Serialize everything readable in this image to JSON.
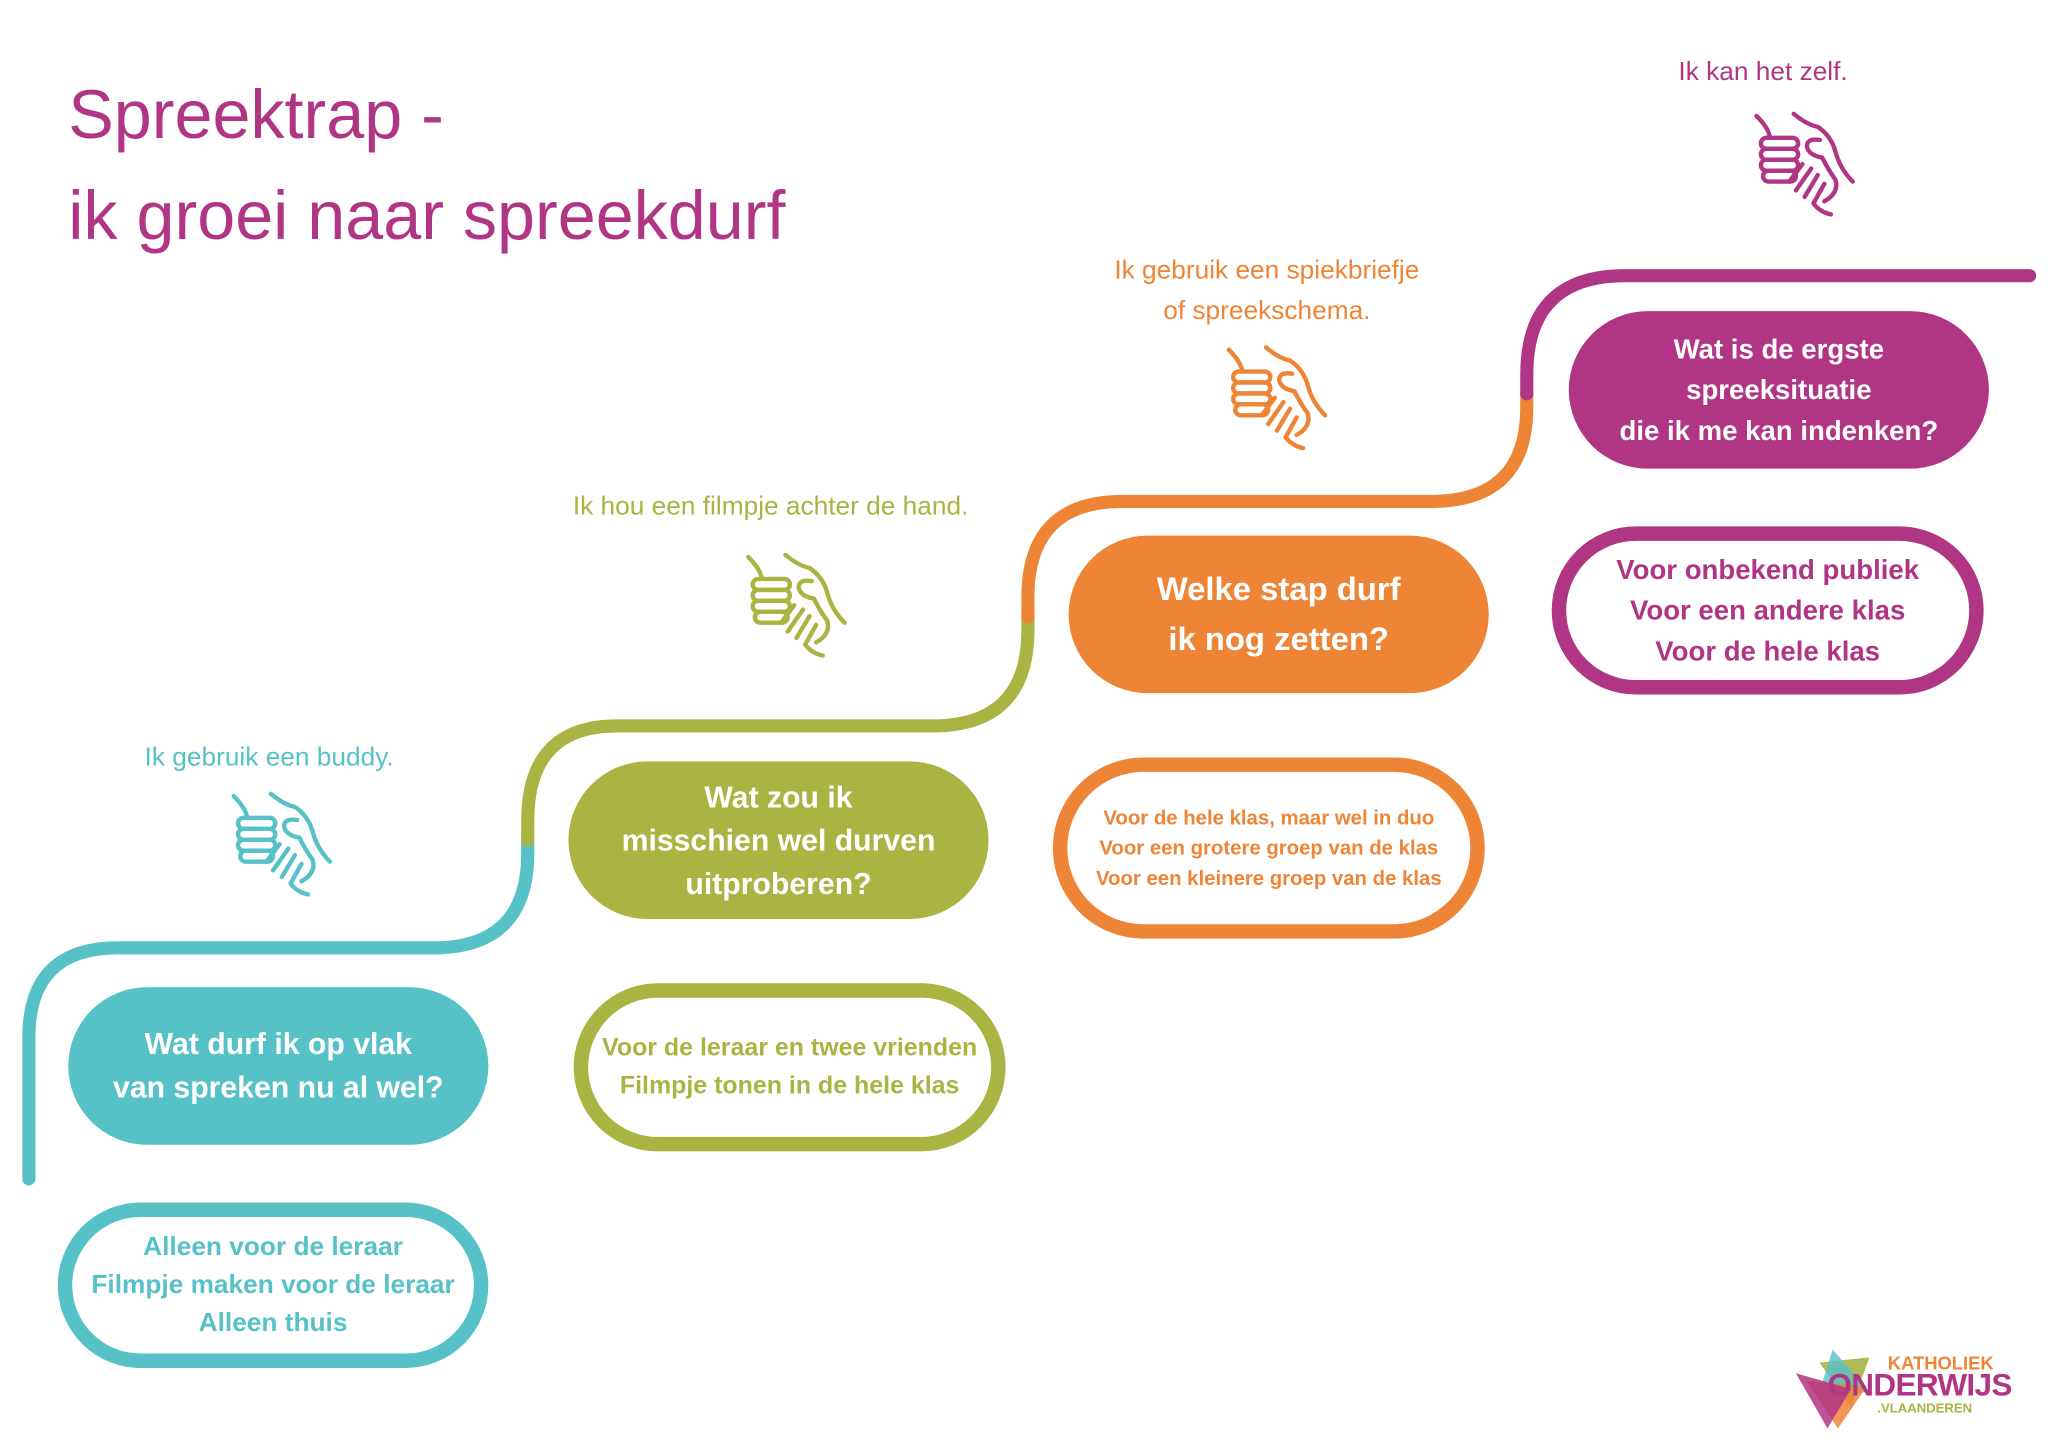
{
  "title": {
    "line1": "Spreektrap -",
    "line2": "ik groei naar spreekdurf"
  },
  "colors": {
    "teal": "#57c1c8",
    "green": "#a9b443",
    "orange": "#ee8435",
    "magenta": "#b03585"
  },
  "steps": [
    {
      "caption": [
        "Ik gebruik een buddy."
      ],
      "icon": "handshake-icon",
      "question": [
        "Wat durf ik op vlak",
        "van spreken nu al wel?"
      ],
      "answers": [
        "Alleen voor de leraar",
        "Filmpje maken voor de leraar",
        "Alleen thuis"
      ]
    },
    {
      "caption": [
        "Ik hou een filmpje achter de hand."
      ],
      "icon": "handshake-icon",
      "question": [
        "Wat zou ik",
        "misschien wel durven",
        "uitproberen?"
      ],
      "answers": [
        "Voor de leraar en twee vrienden",
        "Filmpje tonen in de hele klas"
      ]
    },
    {
      "caption": [
        "Ik gebruik een spiekbriefje",
        "of spreekschema."
      ],
      "icon": "handshake-icon",
      "question": [
        "Welke stap durf",
        "ik nog zetten?"
      ],
      "answers": [
        "Voor de hele klas, maar wel in duo",
        "Voor een grotere groep van de klas",
        "Voor een kleinere groep van de klas"
      ]
    },
    {
      "caption": [
        "Ik kan het zelf."
      ],
      "icon": "handshake-icon",
      "question": [
        "Wat is de ergste",
        "spreeksituatie",
        "die ik me kan indenken?"
      ],
      "answers": [
        "Voor onbekend publiek",
        "Voor een andere klas",
        "Voor de hele klas"
      ]
    }
  ],
  "logo": {
    "line1": "KATHOLIEK",
    "line2": "ONDERWIJS",
    "line3": ".VLAANDEREN"
  }
}
